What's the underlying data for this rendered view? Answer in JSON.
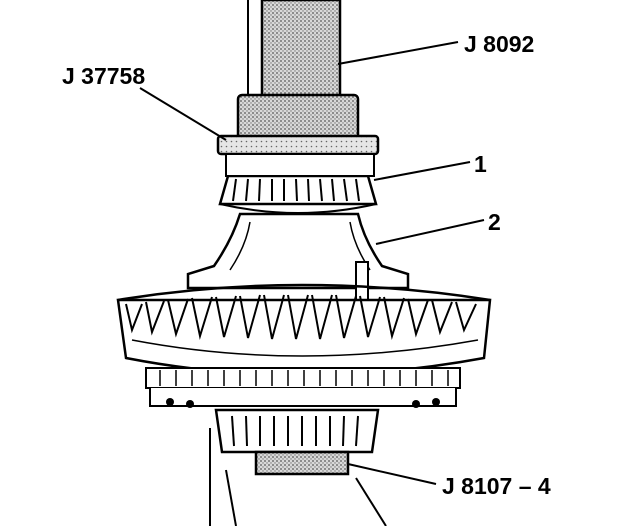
{
  "callouts": {
    "tool_driver": "J 8092",
    "tool_installer": "J 37758",
    "part_1": "1",
    "part_2": "2",
    "tool_support": "J 8107 – 4"
  },
  "colors": {
    "ink": "#000000",
    "stipple": "#8a8a8a",
    "paper": "#ffffff"
  }
}
